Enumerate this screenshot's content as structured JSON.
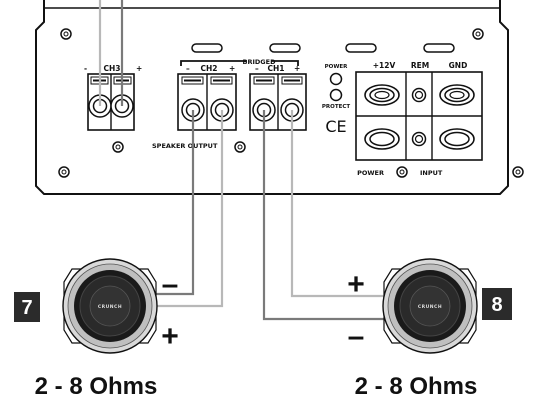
{
  "amp": {
    "channels": [
      {
        "name": "CH3",
        "minus": "-",
        "plus": "+"
      },
      {
        "name": "CH2",
        "minus": "–",
        "plus": "+"
      },
      {
        "name": "CH1",
        "minus": "–",
        "plus": "+"
      }
    ],
    "bridged_label": "BRIDGED",
    "speaker_output_label": "SPEAKER OUTPUT",
    "power_led_label": "POWER",
    "protect_led_label": "PROTECT",
    "ce_mark": "CE",
    "input_terminals": [
      "+12V",
      "REM",
      "GND"
    ],
    "power_input_label_left": "POWER",
    "power_input_label_right": "INPUT"
  },
  "speakers": [
    {
      "number": "7",
      "brand": "CRUNCH",
      "top_polarity": "–",
      "bottom_polarity": "+",
      "ohms": "2 - 8 Ohms"
    },
    {
      "number": "8",
      "brand": "CRUNCH",
      "top_polarity": "+",
      "bottom_polarity": "–",
      "ohms": "2 - 8 Ohms"
    }
  ],
  "colors": {
    "outline": "#111111",
    "wire_dark": "#7a7a7a",
    "wire_light": "#b8b8b8",
    "speaker_outer": "#d9d9d9",
    "badge": "#2b2b2b"
  }
}
